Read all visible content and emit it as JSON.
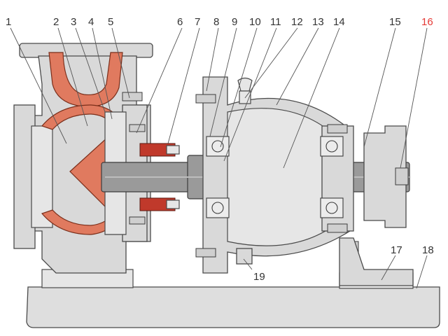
{
  "diagram": {
    "parts": [
      {
        "number": "1",
        "color": "#333333"
      },
      {
        "number": "2",
        "color": "#333333"
      },
      {
        "number": "3",
        "color": "#333333"
      },
      {
        "number": "4",
        "color": "#333333"
      },
      {
        "number": "5",
        "color": "#333333"
      },
      {
        "number": "6",
        "color": "#333333"
      },
      {
        "number": "7",
        "color": "#333333"
      },
      {
        "number": "8",
        "color": "#333333"
      },
      {
        "number": "9",
        "color": "#333333"
      },
      {
        "number": "10",
        "color": "#333333"
      },
      {
        "number": "11",
        "color": "#333333"
      },
      {
        "number": "12",
        "color": "#333333"
      },
      {
        "number": "13",
        "color": "#333333"
      },
      {
        "number": "14",
        "color": "#333333"
      },
      {
        "number": "15",
        "color": "#333333"
      },
      {
        "number": "16",
        "color": "#e53935"
      },
      {
        "number": "17",
        "color": "#333333"
      },
      {
        "number": "18",
        "color": "#333333"
      },
      {
        "number": "19",
        "color": "#333333"
      }
    ],
    "colors": {
      "casing": "#d9d9d9",
      "lining": "#e07a5f",
      "seal": "#c0392b",
      "shaft": "#9a9a9a",
      "highlight_label": "#e53935"
    }
  }
}
